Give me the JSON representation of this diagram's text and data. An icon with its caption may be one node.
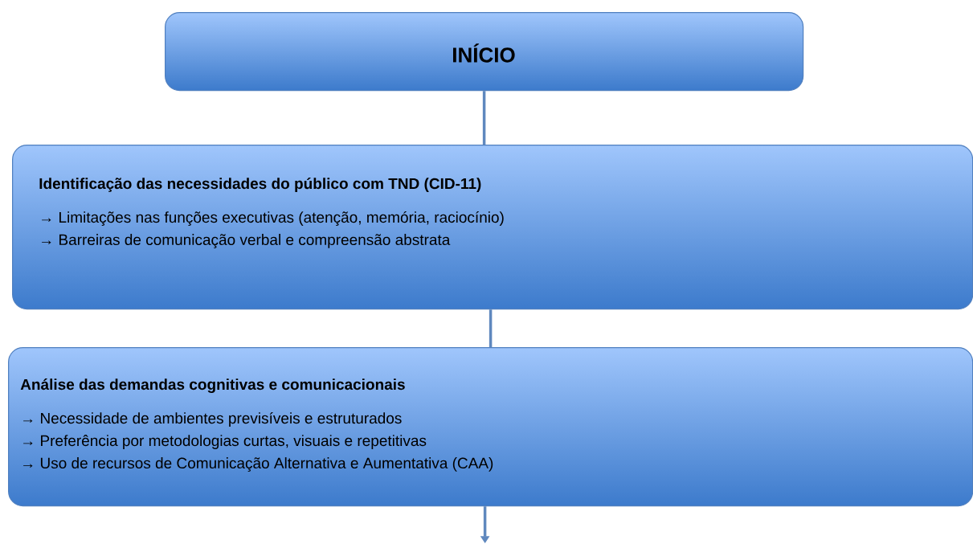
{
  "diagram": {
    "nodes": [
      {
        "text": [
          "INÍCIO"
        ]
      },
      {
        "text": [
          "Identificação das necessidades do público com TND (CID-11)",
          "→ Limitações nas funções executivas (atenção, memória, raciocínio)",
          "→ Barreiras de comunicação verbal e compreensão abstrata"
        ]
      },
      {
        "text": [
          "Análise das demandas cognitivas e comunicacionais",
          "→ Necessidade de ambientes previsíveis e estruturados",
          "→ Preferência por metodologias curtas, visuais e repetitivas",
          "→ Uso de recursos de Comunicação Alternativa e Aumentativa (CAA)"
        ]
      }
    ],
    "edges": [
      {
        "from": 0,
        "to": 1,
        "arrow": "none"
      },
      {
        "from": 1,
        "to": 2,
        "arrow": "none"
      },
      {
        "from": 2,
        "to": null,
        "arrow": "to"
      }
    ]
  }
}
